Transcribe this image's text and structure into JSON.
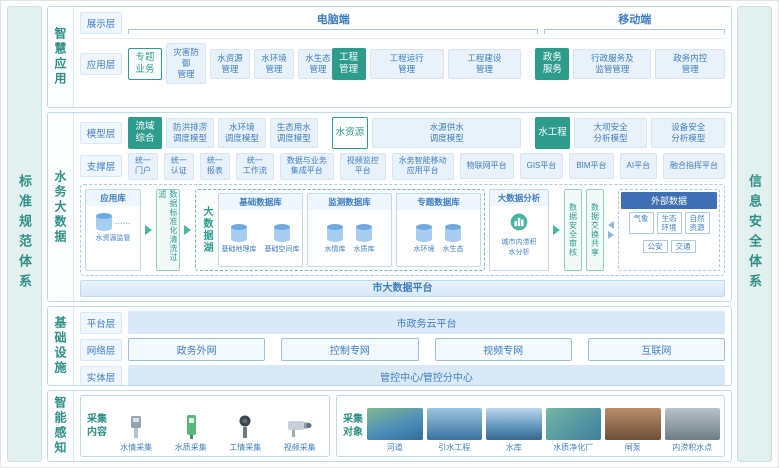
{
  "colors": {
    "accent_teal": "#2E9C8D",
    "accent_blue": "#3F7EC1",
    "chip_bg": "#E9F2FB",
    "bar_bg": "#D9E9F8",
    "external_header_bg": "#3E6FB4",
    "frame_bg": "#E2F0EF"
  },
  "frame": {
    "left_sidebar": "标准规范体系",
    "right_sidebar": "信息安全体系"
  },
  "smart_app": {
    "section_label": "智慧应用",
    "display": {
      "label": "展示层",
      "pc": "电脑端",
      "mobile": "移动端"
    },
    "app": {
      "label": "应用层",
      "g0": {
        "tag": "专题\n业务",
        "items": [
          "灾害防御\n管理",
          "水资源\n管理",
          "水环境\n管理",
          "水生态\n管理"
        ]
      },
      "g1": {
        "tag": "工程\n管理",
        "items": [
          "工程运行\n管理",
          "工程建设\n管理"
        ]
      },
      "g2": {
        "tag": "政务\n服务",
        "items": [
          "行政服务及\n监管管理",
          "政务内控\n管理"
        ]
      }
    }
  },
  "big_data": {
    "section_label": "水务大数据",
    "model": {
      "label": "模型层",
      "g0": {
        "tag": "流域\n综合",
        "items": [
          "防洪排涝\n调度模型",
          "水环境\n调度模型",
          "生态用水\n调度模型"
        ]
      },
      "g1": {
        "tag": "水资源",
        "items": [
          "水源供水\n调度模型"
        ]
      },
      "g2": {
        "tag": "水工程",
        "items": [
          "大坝安全\n分析模型",
          "设备安全\n分析模型"
        ]
      }
    },
    "support": {
      "label": "支撑层",
      "items": [
        "统一\n门户",
        "统一\n认证",
        "统一\n报表",
        "统一\n工作流",
        "数据与业务\n集成平台",
        "视频监控\n平台",
        "水务智能移动\n应用平台",
        "物联网平台",
        "GIS平台",
        "BIM平台",
        "AI平台",
        "融合指挥平台"
      ]
    },
    "data": {
      "app_db": {
        "title": "应用库",
        "caption": "水资源监管",
        "dots": "……"
      },
      "filter": "数据标准化清洗过滤",
      "lake": {
        "label": "大数据湖",
        "db0": {
          "title": "基础数据库",
          "c0": "基础地理库",
          "c1": "基础空间库"
        },
        "db1": {
          "title": "监测数据库",
          "c0": "水情库",
          "c1": "水质库"
        },
        "db2": {
          "title": "专题数据库",
          "c0": "水环境",
          "c1": "水生态"
        }
      },
      "analysis": {
        "title": "大数据分析",
        "caption": "城市内涝积\n水分析"
      },
      "audit": "数据安全审核",
      "exchange": "数据交换共享",
      "external": {
        "title": "外部数据",
        "items": [
          "气象",
          "生态\n环境",
          "自然\n资源",
          "公安",
          "交通"
        ]
      },
      "platform_bar": "市大数据平台"
    }
  },
  "infra": {
    "section_label": "基础设施",
    "platform": {
      "label": "平台层",
      "bar": "市政务云平台"
    },
    "network": {
      "label": "网络层",
      "items": [
        "政务外网",
        "控制专网",
        "视频专网",
        "互联网"
      ]
    },
    "entity": {
      "label": "实体层",
      "bar": "管控中心/管控分中心"
    }
  },
  "perception": {
    "section_label": "智能感知",
    "content": {
      "label": "采集\n内容",
      "items": [
        "水情采集",
        "水质采集",
        "工情采集",
        "视频采集"
      ]
    },
    "objects": {
      "label": "采集\n对象",
      "items": [
        "河道",
        "引水工程",
        "水库",
        "水质净化厂",
        "闸泵",
        "内涝积水点"
      ]
    }
  }
}
